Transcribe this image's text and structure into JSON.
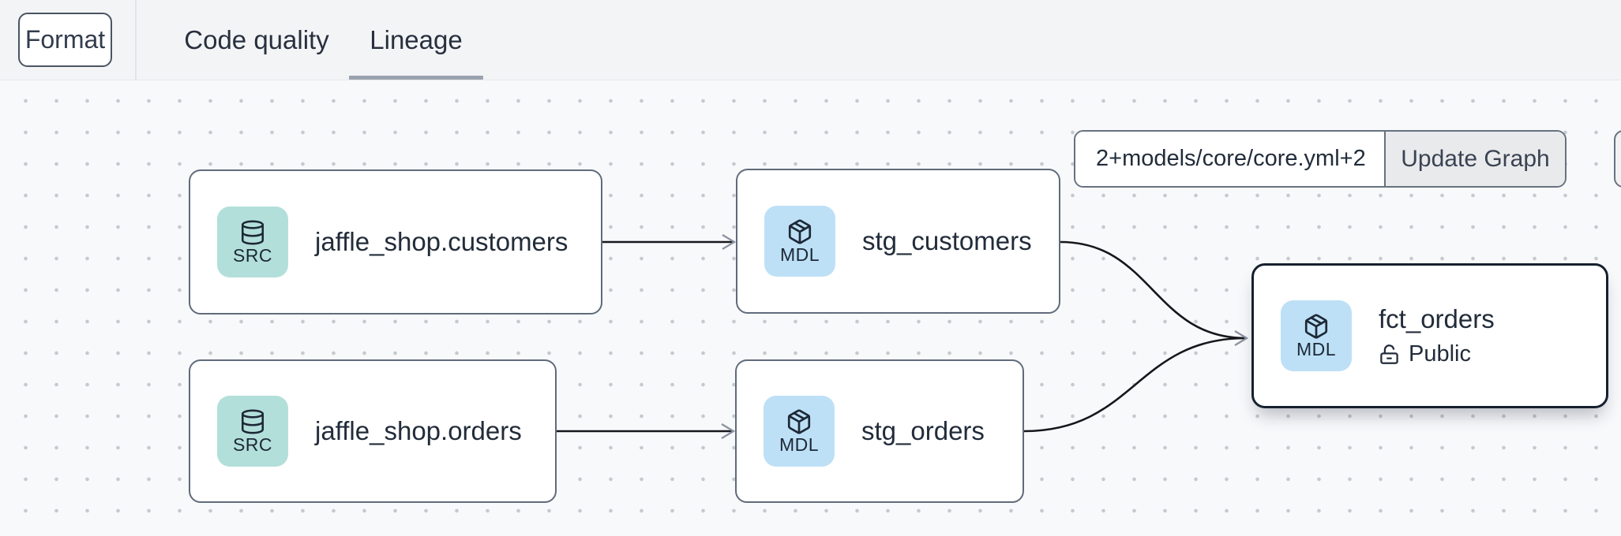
{
  "header": {
    "format_button": "Format",
    "tabs": [
      {
        "label": "Code quality",
        "active": false
      },
      {
        "label": "Lineage",
        "active": true
      }
    ]
  },
  "controls": {
    "selector_value": "2+models/core/core.yml+2",
    "update_button": "Update Graph"
  },
  "nodes": [
    {
      "id": "jaffle_shop.customers",
      "badge": "SRC",
      "icon": "database-icon",
      "title": "jaffle_shop.customers",
      "selected": false
    },
    {
      "id": "stg_customers",
      "badge": "MDL",
      "icon": "cube-icon",
      "title": "stg_customers",
      "selected": false
    },
    {
      "id": "jaffle_shop.orders",
      "badge": "SRC",
      "icon": "database-icon",
      "title": "jaffle_shop.orders",
      "selected": false
    },
    {
      "id": "stg_orders",
      "badge": "MDL",
      "icon": "cube-icon",
      "title": "stg_orders",
      "selected": false
    },
    {
      "id": "fct_orders",
      "badge": "MDL",
      "icon": "cube-icon",
      "title": "fct_orders",
      "access": "Public",
      "selected": true
    }
  ],
  "edges": [
    {
      "from": "jaffle_shop.customers",
      "to": "stg_customers"
    },
    {
      "from": "jaffle_shop.orders",
      "to": "stg_orders"
    },
    {
      "from": "stg_customers",
      "to": "fct_orders"
    },
    {
      "from": "stg_orders",
      "to": "fct_orders"
    }
  ],
  "colors": {
    "src_badge": "#b3dfda",
    "mdl_badge": "#bde0f6",
    "selected_node_border": "#16202e",
    "node_border": "#606b7b",
    "edge": "#15171c",
    "arrowhead": "#8b93a0",
    "tab_underline": "#9aa2ae",
    "topbar_bg": "#f3f4f6",
    "canvas_bg": "#f8f9fb"
  }
}
